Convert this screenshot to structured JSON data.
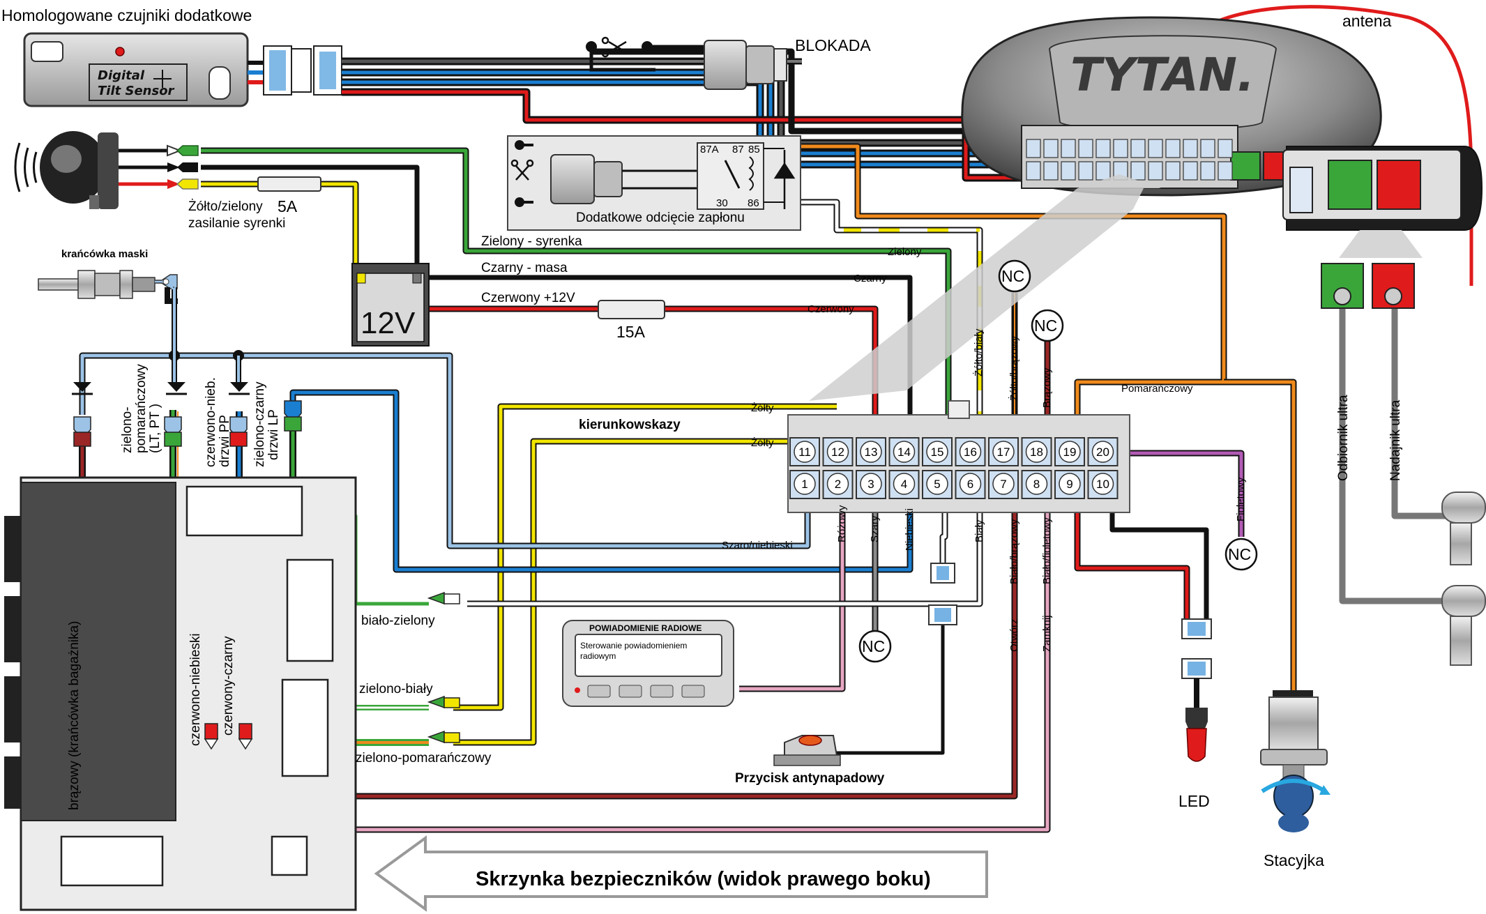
{
  "title": "Homologowane czujniki dodatkowe",
  "tilt_sensor": {
    "line1": "Digital",
    "line2": "Tilt Sensor"
  },
  "top_labels": {
    "antenna": "antena",
    "blokada": "BLOKADA",
    "ignition_cutoff": "Dodatkowe odcięcie zapłonu",
    "relay_pins": [
      "87A",
      "87",
      "85",
      "30",
      "86"
    ],
    "siren_fuse_rating": "5A",
    "siren_power": "Żółto/zielony",
    "siren_power_line2": "zasilanie syrenki",
    "hood_switch": "krańcówka maski",
    "battery": "12V",
    "main_fuse_rating": "15A"
  },
  "logo": {
    "brand": "TYTAN."
  },
  "wire_labels": {
    "green_siren": "Zielony - syrenka",
    "black_ground": "Czarny - masa",
    "red_12v": "Czerwony +12V",
    "zielony": "Zielony",
    "czarny": "Czarny",
    "czerwony": "Czerwony",
    "zolty_1": "Żółty",
    "zolty_2": "Żółty",
    "pomaranczowy": "Pomarańczowy",
    "zolto_bialy": "Żółto/biały",
    "zolto_brazowy": "Żółto/brązowy",
    "brazowy": "Brązowy",
    "szaro_niebieski": "Szaro/niebieski",
    "rozowy": "Różowy",
    "szary": "Szary",
    "niebieski": "Niebieski",
    "bialy": "Biały",
    "bialo_brazowy": "Biało/brązowy",
    "bialo_fioletowy": "Biało/fioletowy",
    "fioletowy": "Fioletowy",
    "otworz": "Otwórz",
    "zamknij": "Zamknij",
    "odbiornik": "Odbiornik ultra",
    "nadajnik": "Nadajnik ultra",
    "kierunkowskazy": "kierunkowskazy",
    "nc": "NC"
  },
  "left_labels": {
    "zielono_pom": "zielono-",
    "zielono_pom_2": "pomarańczowy",
    "zielono_pom_3": "(LT, PT )",
    "czerw_nieb_pp": "czerwono-nieb.",
    "czerw_nieb_pp_2": "drzwi PP",
    "ziel_czarny_lp": "zielono-czarny",
    "ziel_czarny_lp_2": "drzwi LP",
    "brazowy_bag": "brązowy (krańcówka bagażnika)",
    "bialo_zielony": "biało-zielony",
    "zielono_bialy": "zielono-biały",
    "zielono_pomaranczowy": "zielono-pomarańczowy",
    "czerwono_niebieski": "czerwono-niebieski",
    "czerwony_czarny": "czerwony-czarny"
  },
  "radio": {
    "title": "POWIADOMIENIE RADIOWE",
    "text": "Sterowanie powiadomieniem",
    "text_line2": "radiowym"
  },
  "panic_button": "Przycisk antynapadowy",
  "led": "LED",
  "ignition_switch": "Stacyjka",
  "fusebox_caption": "Skrzynka bezpieczników (widok prawego boku)",
  "connector_pins_top": [
    "11",
    "12",
    "13",
    "14",
    "15",
    "16",
    "17",
    "18",
    "19",
    "20"
  ],
  "connector_pins_bottom": [
    "1",
    "2",
    "3",
    "4",
    "5",
    "6",
    "7",
    "8",
    "9",
    "10"
  ],
  "colors": {
    "green": "#3aa63a",
    "black": "#111111",
    "red": "#e01b1b",
    "yellow": "#f2e600",
    "blue": "#1a7fd1",
    "orange": "#f08a1c",
    "brown": "#9b2626",
    "pink": "#e6a6c2",
    "violet": "#b25bb5",
    "grey": "#8c8c8c"
  }
}
